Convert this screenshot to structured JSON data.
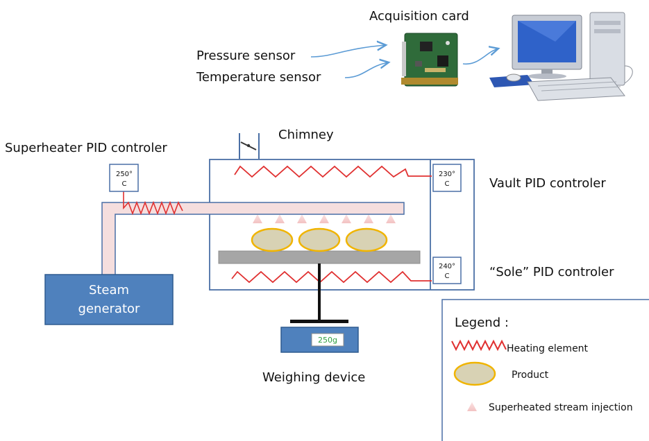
{
  "labels": {
    "acquisition_card": "Acquisition card",
    "pressure_sensor": "Pressure sensor",
    "temperature_sensor": "Temperature sensor",
    "chimney": "Chimney",
    "superheater_pid": "Superheater PID controler",
    "vault_pid": "Vault PID controler",
    "sole_pid": "“Sole” PID controler",
    "weighing_device": "Weighing device",
    "steam_generator_line1": "Steam",
    "steam_generator_line2": "generator"
  },
  "controllers": {
    "superheater": {
      "value": "250°",
      "unit": "C"
    },
    "vault": {
      "value": "230°",
      "unit": "C"
    },
    "sole": {
      "value": "240°",
      "unit": "C"
    }
  },
  "scale_display": "250g",
  "legend": {
    "title": "Legend :",
    "items": [
      {
        "label": "Heating element"
      },
      {
        "label": "Product"
      },
      {
        "label": "Superheated stream injection"
      }
    ]
  },
  "colors": {
    "box_stroke": "#4a6fa5",
    "steam_box": "#4f81bd",
    "pipe": "#f5dede",
    "heating": "#e03030",
    "product_fill": "#d8d2b4",
    "product_stroke": "#f0b400",
    "tray": "#a6a6a6",
    "arrow": "#5b9bd5",
    "scale_display_text": "#2e9e3e"
  }
}
